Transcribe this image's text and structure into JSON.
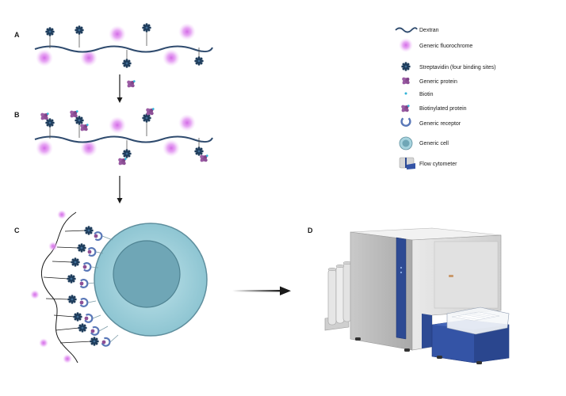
{
  "panels": {
    "a": "A",
    "b": "B",
    "c": "C",
    "d": "D"
  },
  "legend": [
    {
      "icon": "dextran-icon",
      "label": "Dextran"
    },
    {
      "icon": "fluorochrome-icon",
      "label": "Generic fluorochrome"
    },
    {
      "icon": "streptavidin-icon",
      "label": "Streptavidin (four binding sites)"
    },
    {
      "icon": "protein-icon",
      "label": "Generic protein"
    },
    {
      "icon": "biotin-icon",
      "label": "Biotin"
    },
    {
      "icon": "biotinylated-protein-icon",
      "label": "Biotinylated protein"
    },
    {
      "icon": "receptor-icon",
      "label": "Generic receptor"
    },
    {
      "icon": "cell-icon",
      "label": "Generic cell"
    },
    {
      "icon": "flow-cytometer-icon",
      "label": "Flow cytometer"
    }
  ],
  "colors": {
    "dextran": "#2f4b6e",
    "fluorochrome": "#d36be6",
    "streptavidin": "#1f3d5c",
    "protein": "#8d4f96",
    "biotin": "#2fb3d8",
    "receptor": "#5a78b8",
    "cell_outer": "#a6d3de",
    "cell_inner": "#6fa6b6",
    "cytometer_blue": "#2d4a93"
  }
}
